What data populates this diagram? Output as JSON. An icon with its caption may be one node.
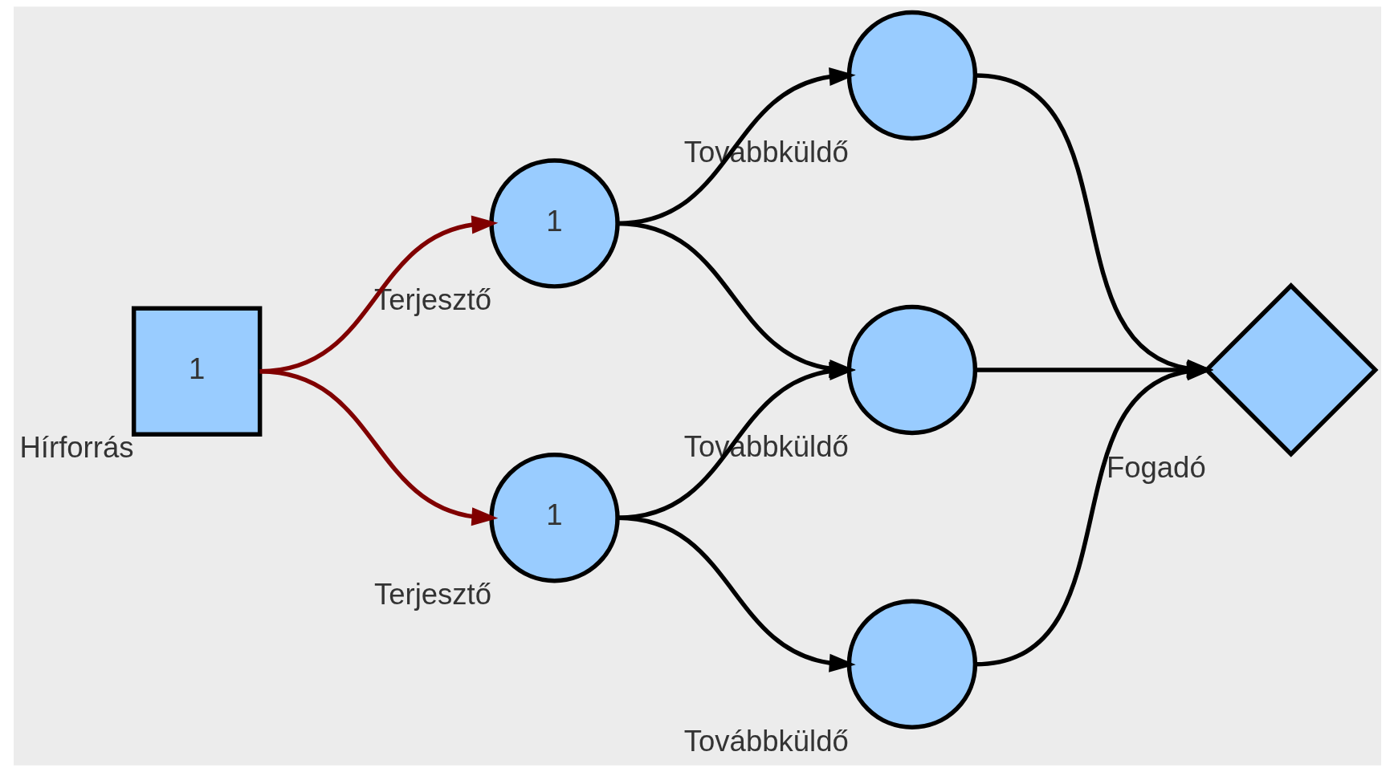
{
  "diagram": {
    "nodes": [
      {
        "text": [
          "1"
        ],
        "beside": [
          "Hírforrás"
        ]
      },
      {
        "text": [
          "1"
        ],
        "beside": [
          "Terjesztő"
        ]
      },
      {
        "text": [],
        "shape": "circle",
        "beside": [
          "Továbbküldő"
        ]
      },
      {
        "text": [],
        "shape": "circle",
        "beside": [
          "Továbbküldő"
        ]
      },
      {
        "text": [],
        "shape": "diamond",
        "beside": [
          "Fogadó"
        ]
      },
      {
        "text": [
          "1"
        ],
        "beside": [
          "Terjesztő"
        ]
      },
      {
        "text": [],
        "shape": "circle",
        "beside": [
          "Továbbküldő"
        ]
      }
    ],
    "edges": [
      {
        "from": 0,
        "to": 1,
        "arrow": "to",
        "color": "#800000"
      },
      {
        "from": 0,
        "to": 5,
        "arrow": "to",
        "color": "#800000"
      },
      {
        "from": 1,
        "to": 2,
        "arrow": "to"
      },
      {
        "from": 1,
        "to": 3,
        "arrow": "to"
      },
      {
        "from": 5,
        "to": 3,
        "arrow": "to"
      },
      {
        "from": 5,
        "to": 6,
        "arrow": "to"
      },
      {
        "from": 2,
        "to": 4,
        "arrow": "to"
      },
      {
        "from": 3,
        "to": 4,
        "arrow": "to"
      },
      {
        "from": 6,
        "to": 4,
        "arrow": "to"
      }
    ]
  }
}
